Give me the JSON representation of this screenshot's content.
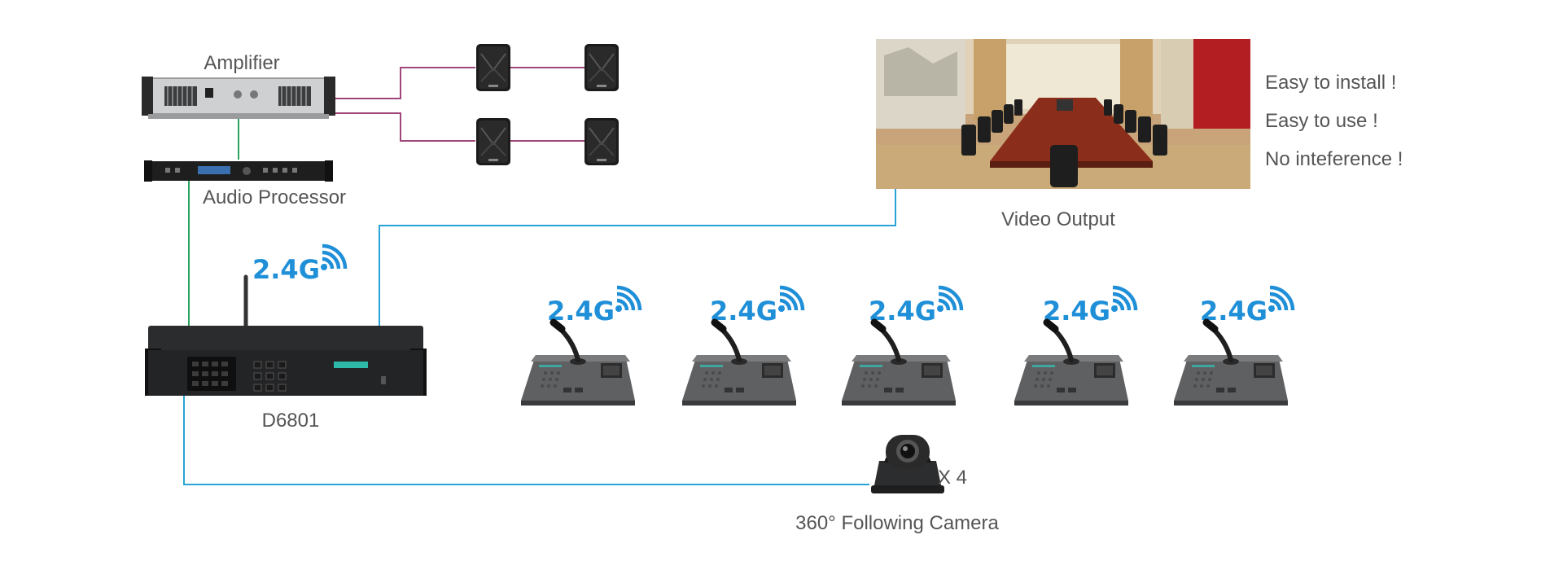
{
  "labels": {
    "amplifier": "Amplifier",
    "audio_processor": "Audio Processor",
    "host": "D6801",
    "video_output": "Video Output",
    "camera": "360° Following Camera",
    "camera_count": "X 4"
  },
  "features": [
    "Easy to install !",
    "Easy to use !",
    "No inteference !"
  ],
  "wireless_label": "2.4G",
  "colors": {
    "cable_green": "#2aa35f",
    "cable_blue": "#29a3d6",
    "speaker_link": "#a0457a",
    "wireless_blue": "#1f8fd8",
    "text": "#555555"
  },
  "devices": {
    "speakers": 4,
    "conference_units": 5
  }
}
